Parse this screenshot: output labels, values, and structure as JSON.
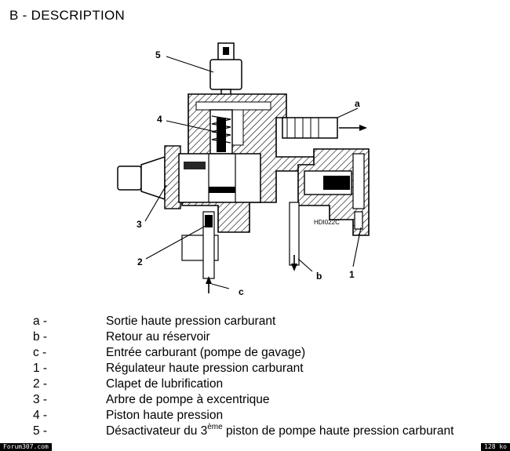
{
  "heading": "B - DESCRIPTION",
  "diagram": {
    "callouts": [
      "5",
      "a",
      "4",
      "3",
      "2",
      "b",
      "1",
      "c"
    ],
    "code": "HDI022C"
  },
  "legend": [
    {
      "key": "a -",
      "text": "Sortie haute pression carburant"
    },
    {
      "key": "b -",
      "text": "Retour au réservoir"
    },
    {
      "key": "c -",
      "text": "Entrée carburant (pompe de gavage)"
    },
    {
      "key": "1 -",
      "text": "Régulateur haute pression carburant"
    },
    {
      "key": "2 -",
      "text": "Clapet de lubrification"
    },
    {
      "key": "3 -",
      "text": "Arbre de pompe à excentrique"
    },
    {
      "key": "4 -",
      "text": "Piston haute pression"
    },
    {
      "key": "5 -",
      "text": "Désactivateur du 3",
      "sup": "ème",
      "text_after": " piston de pompe haute pression carburant"
    }
  ],
  "footer": {
    "left": "Forum307.com",
    "right": "128 ko"
  },
  "colors": {
    "background": "#ffffff",
    "ink": "#000000",
    "badge": "#000000"
  }
}
